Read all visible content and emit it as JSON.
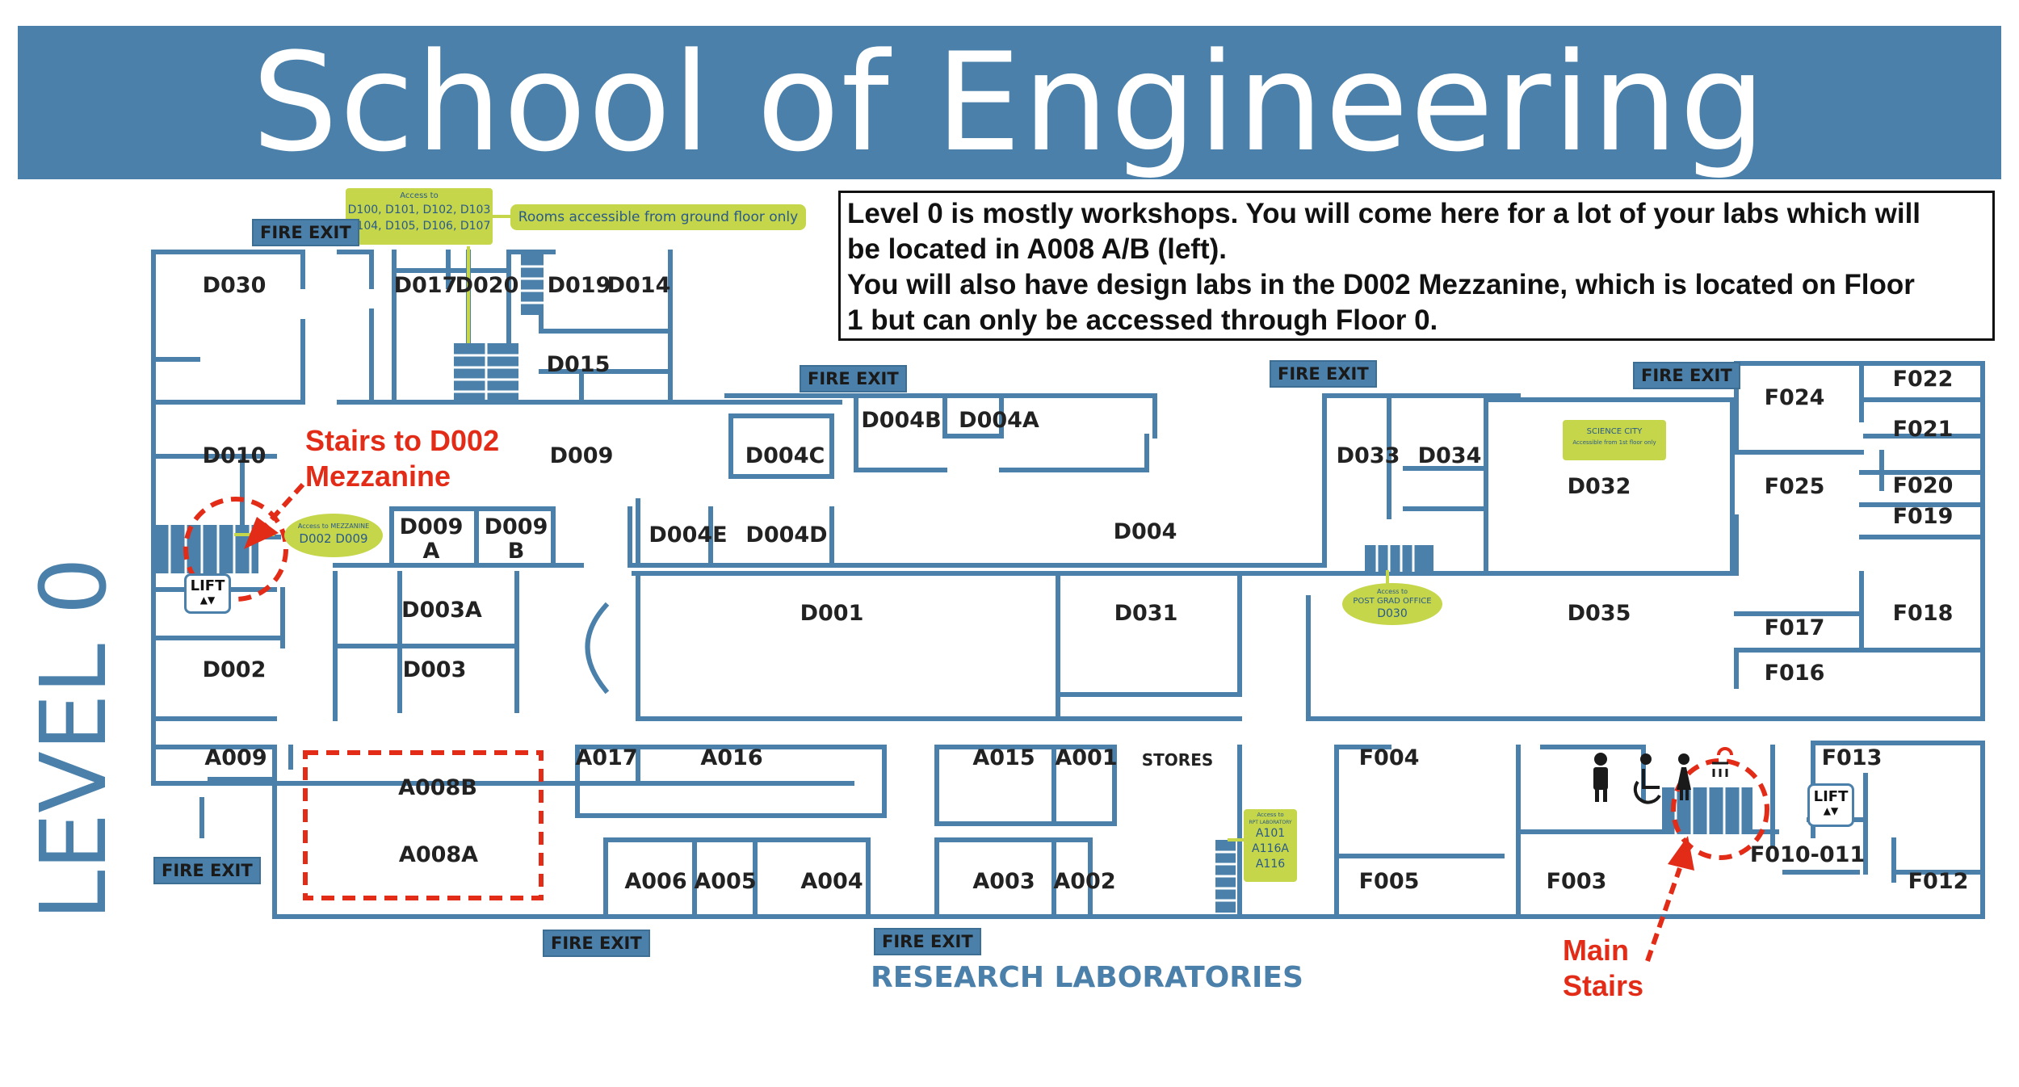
{
  "header": {
    "title": "School of Engineering"
  },
  "level_label": "LEVEL 0",
  "info": {
    "lines": [
      "Level 0 is mostly workshops. You will come here for a lot of your labs which will",
      "be located in A008 A/B (left).",
      "You will also have design labs in the D002 Mezzanine, which is located on Floor",
      "1 but can only be accessed through Floor 0."
    ]
  },
  "callouts": {
    "stairs_d002": [
      "Stairs to D002",
      "Mezzanine"
    ],
    "main_stairs": [
      "Main",
      "Stairs"
    ]
  },
  "fire_exit_label": "FIRE EXIT",
  "research_label": "RESEARCH LABORATORIES",
  "lift_label": "LIFT",
  "notes": {
    "access_d100": {
      "title": "Access to",
      "line1": "D100, D101, D102, D103",
      "line2": "D104, D105, D106, D107"
    },
    "ground_only": "Rooms accessible from ground floor only",
    "mezzanine": {
      "title": "Access to MEZZANINE",
      "line1": "D002  D009"
    },
    "science_city": {
      "title": "SCIENCE CITY",
      "line1": "Accessible from 1st floor only"
    },
    "post_grad": {
      "title": "Access to",
      "line1": "POST GRAD OFFICE",
      "line2": "D030"
    },
    "rpt_lab": {
      "title": "Access to",
      "sub": "RPT LABORATORY",
      "line1": "A101",
      "line2": "A116A",
      "line3": "A116"
    }
  },
  "rooms": {
    "D030": "D030",
    "D017": "D017",
    "D020": "D020",
    "D019": "D019",
    "D014": "D014",
    "D015": "D015",
    "D010": "D010",
    "D009": "D009",
    "D009A_1": "D009",
    "D009A_2": "A",
    "D009B_1": "D009",
    "D009B_2": "B",
    "D004B": "D004B",
    "D004A": "D004A",
    "D004C": "D004C",
    "D004E": "D004E",
    "D004D": "D004D",
    "D004": "D004",
    "D003A": "D003A",
    "D003": "D003",
    "D002": "D002",
    "D001": "D001",
    "D031": "D031",
    "D033": "D033",
    "D034": "D034",
    "D032": "D032",
    "D035": "D035",
    "F024": "F024",
    "F022": "F022",
    "F021": "F021",
    "F025": "F025",
    "F020": "F020",
    "F019": "F019",
    "F018": "F018",
    "F017": "F017",
    "F016": "F016",
    "F013": "F013",
    "F010_011": "F010-011",
    "F012": "F012",
    "F004": "F004",
    "F005": "F005",
    "F003": "F003",
    "A009": "A009",
    "A008B": "A008B",
    "A008A": "A008A",
    "A017": "A017",
    "A016": "A016",
    "A015": "A015",
    "A001": "A001",
    "STORES": "STORES",
    "A006": "A006",
    "A005": "A005",
    "A004": "A004",
    "A003": "A003",
    "A002": "A002"
  }
}
